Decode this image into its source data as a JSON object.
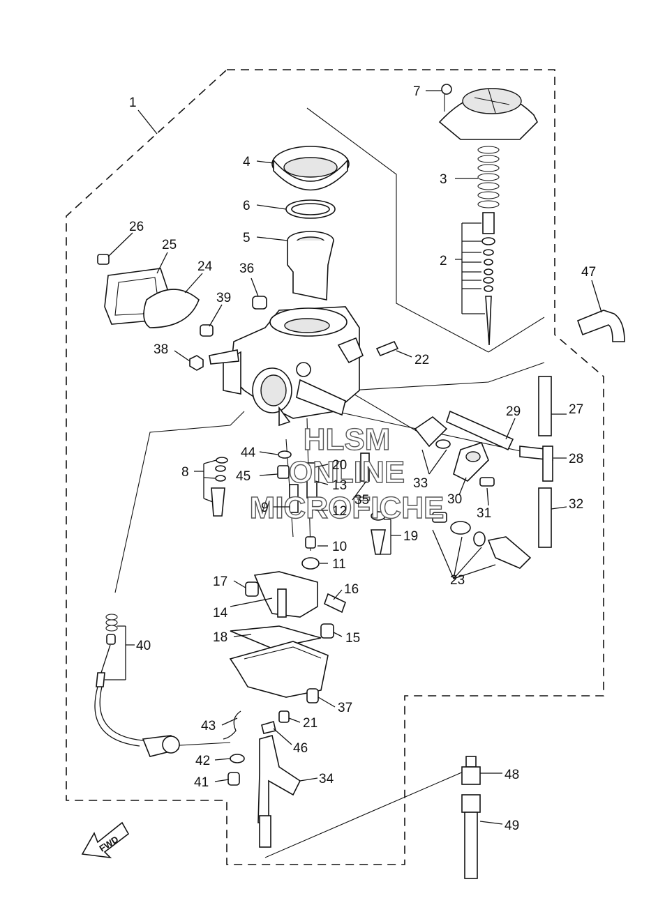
{
  "callouts": [
    "1",
    "2",
    "3",
    "4",
    "5",
    "6",
    "7",
    "8",
    "9",
    "10",
    "11",
    "12",
    "13",
    "14",
    "15",
    "16",
    "17",
    "18",
    "19",
    "20",
    "21",
    "22",
    "23",
    "24",
    "25",
    "26",
    "27",
    "28",
    "29",
    "30",
    "31",
    "32",
    "33",
    "34",
    "35",
    "36",
    "37",
    "38",
    "39",
    "40",
    "41",
    "42",
    "43",
    "44",
    "45",
    "46",
    "47",
    "48",
    "49"
  ],
  "watermark": [
    "HLSM",
    "ONLINE",
    "MICROFICHE"
  ],
  "direction_label": "FWD"
}
